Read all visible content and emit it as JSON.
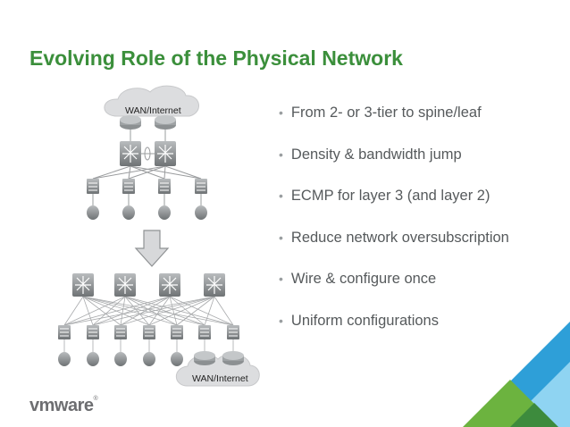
{
  "slide": {
    "title": "Evolving Role of the Physical Network",
    "bullets": [
      "From 2- or 3-tier to spine/leaf",
      "Density & bandwidth jump",
      "ECMP for layer 3 (and layer 2)",
      "Reduce network oversubscription",
      "Wire & configure once",
      "Uniform configurations"
    ]
  },
  "diagram": {
    "top_cloud_label": "WAN/Internet",
    "bottom_cloud_label": "WAN/Internet"
  },
  "footer": {
    "logo_text": "vmware",
    "logo_mark": "®"
  },
  "colors": {
    "title": "#3b8f3b",
    "text": "#565a5c",
    "accent_green": "#6cb33f",
    "accent_blue": "#2e9fd8"
  }
}
